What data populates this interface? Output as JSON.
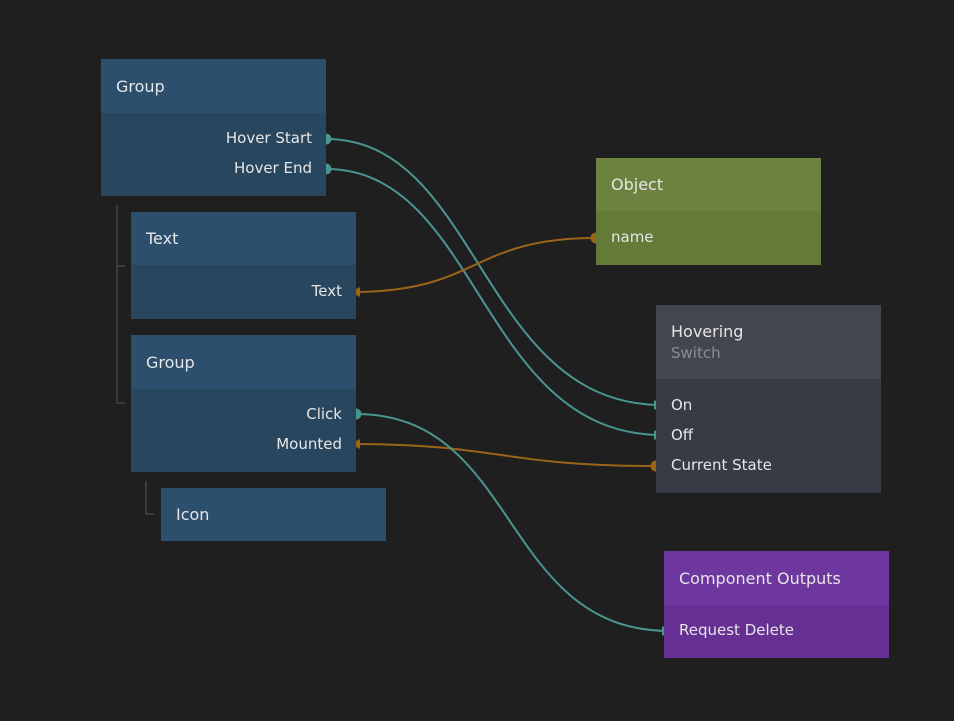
{
  "colors": {
    "background": "#1f1f1f",
    "signal_wire": "#4a9590",
    "data_wire": "#9b6418",
    "visual_node": "#2c4f6e",
    "object_node": "#6d8240",
    "logic_node": "#43464f",
    "component_node": "#6e37a0"
  },
  "nodes": {
    "group1": {
      "title": "Group",
      "outputs": [
        "Hover Start",
        "Hover End"
      ]
    },
    "text": {
      "title": "Text",
      "inputs": [
        "Text"
      ]
    },
    "group2": {
      "title": "Group",
      "outputs": [
        "Click"
      ],
      "inputs": [
        "Mounted"
      ]
    },
    "icon": {
      "title": "Icon"
    },
    "object": {
      "title": "Object",
      "ports": [
        "name"
      ]
    },
    "hovering": {
      "title": "Hovering",
      "subtitle": "Switch",
      "ports": [
        "On",
        "Off",
        "Current State"
      ]
    },
    "component_outputs": {
      "title": "Component Outputs",
      "ports": [
        "Request Delete"
      ]
    }
  }
}
